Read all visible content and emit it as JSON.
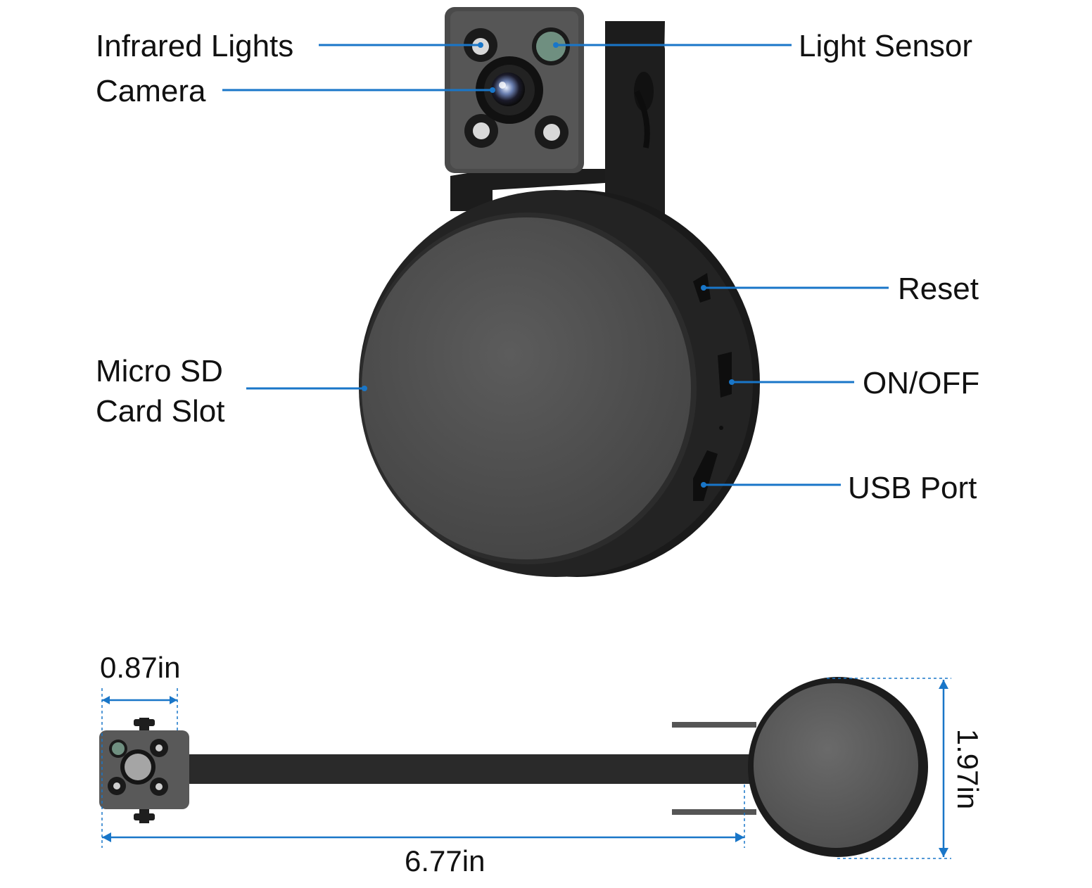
{
  "colors": {
    "callout_line": "#1976c8",
    "body_dark": "#2a2a2a",
    "face_gray": "#555555",
    "sensor_green": "#6f8f80",
    "text": "#111111"
  },
  "labels": {
    "infrared_lights": "Infrared Lights",
    "camera": "Camera",
    "light_sensor": "Light Sensor",
    "reset": "Reset",
    "micro_sd_line1": "Micro SD",
    "micro_sd_line2": "Card Slot",
    "on_off": "ON/OFF",
    "usb_port": "USB Port"
  },
  "dimensions": {
    "module_width": "0.87in",
    "total_length": "6.77in",
    "body_height": "1.97in"
  },
  "icons": [
    "camera-lens-icon",
    "infrared-led-icon",
    "light-sensor-icon"
  ]
}
